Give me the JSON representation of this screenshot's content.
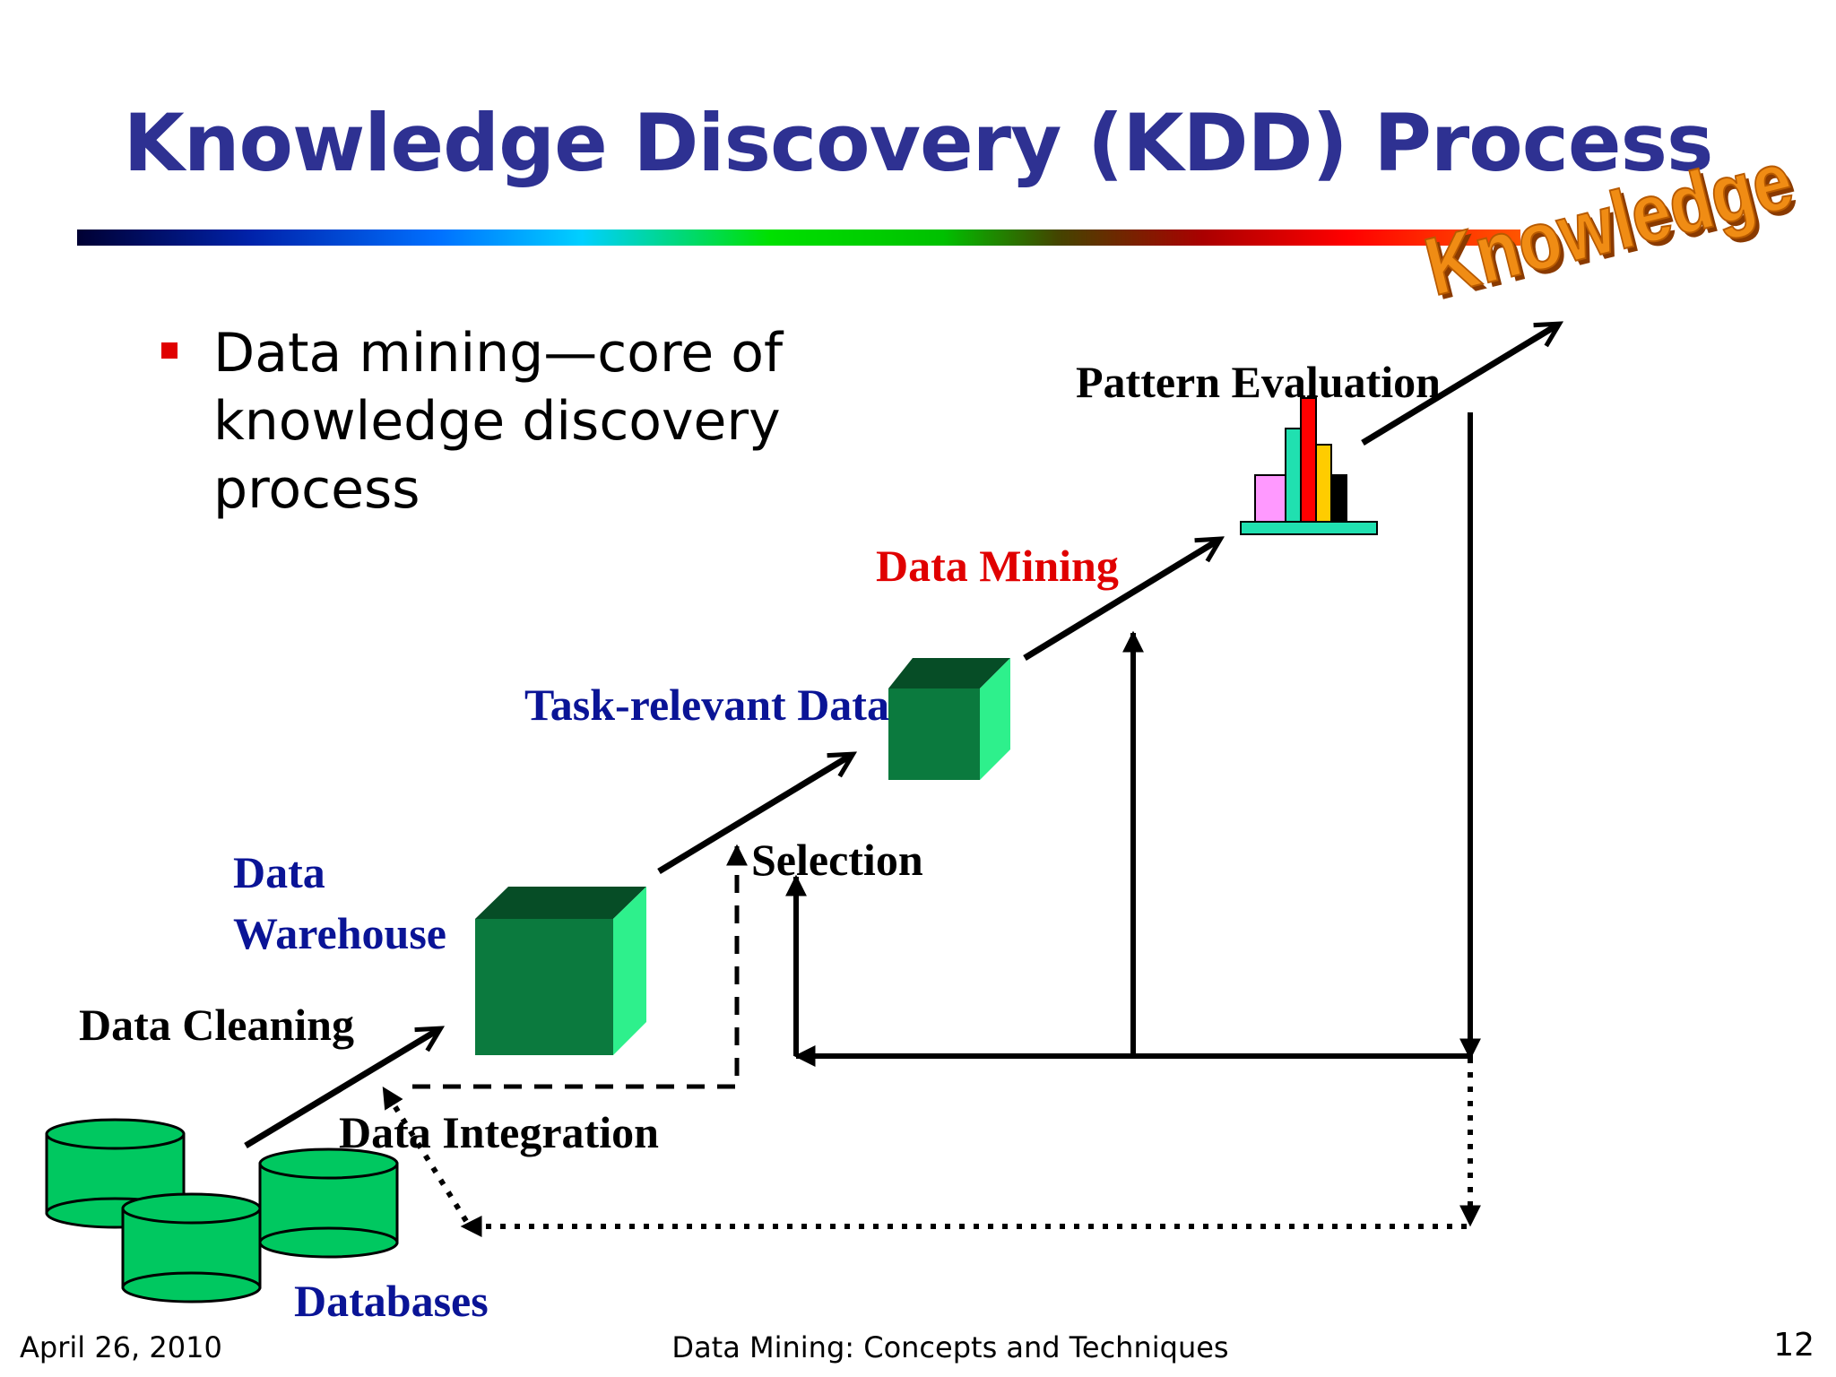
{
  "slide": {
    "title": "Knowledge Discovery (KDD) Process",
    "bullet": "Data mining—core of knowledge discovery process"
  },
  "diagram": {
    "knowledge_wordart": "Knowledge",
    "labels": {
      "pattern_evaluation": "Pattern Evaluation",
      "data_mining": "Data Mining",
      "task_relevant_data": "Task-relevant Data",
      "selection": "Selection",
      "data_warehouse_line1": "Data",
      "data_warehouse_line2": "Warehouse",
      "data_cleaning": "Data Cleaning",
      "data_integration": "Data Integration",
      "databases": "Databases"
    },
    "colors": {
      "title": "#2e3192",
      "label_black": "#000000",
      "label_blue": "#0a1496",
      "label_red": "#e00000",
      "cube_front": "#0b7a3e",
      "cube_top": "#064d26",
      "cube_side": "#2ef08c",
      "cylinder": "#00c860",
      "knowledge_orange": "#f08c14"
    }
  },
  "footer": {
    "date": "April 26, 2010",
    "course": "Data Mining: Concepts and Techniques",
    "page": "12"
  }
}
